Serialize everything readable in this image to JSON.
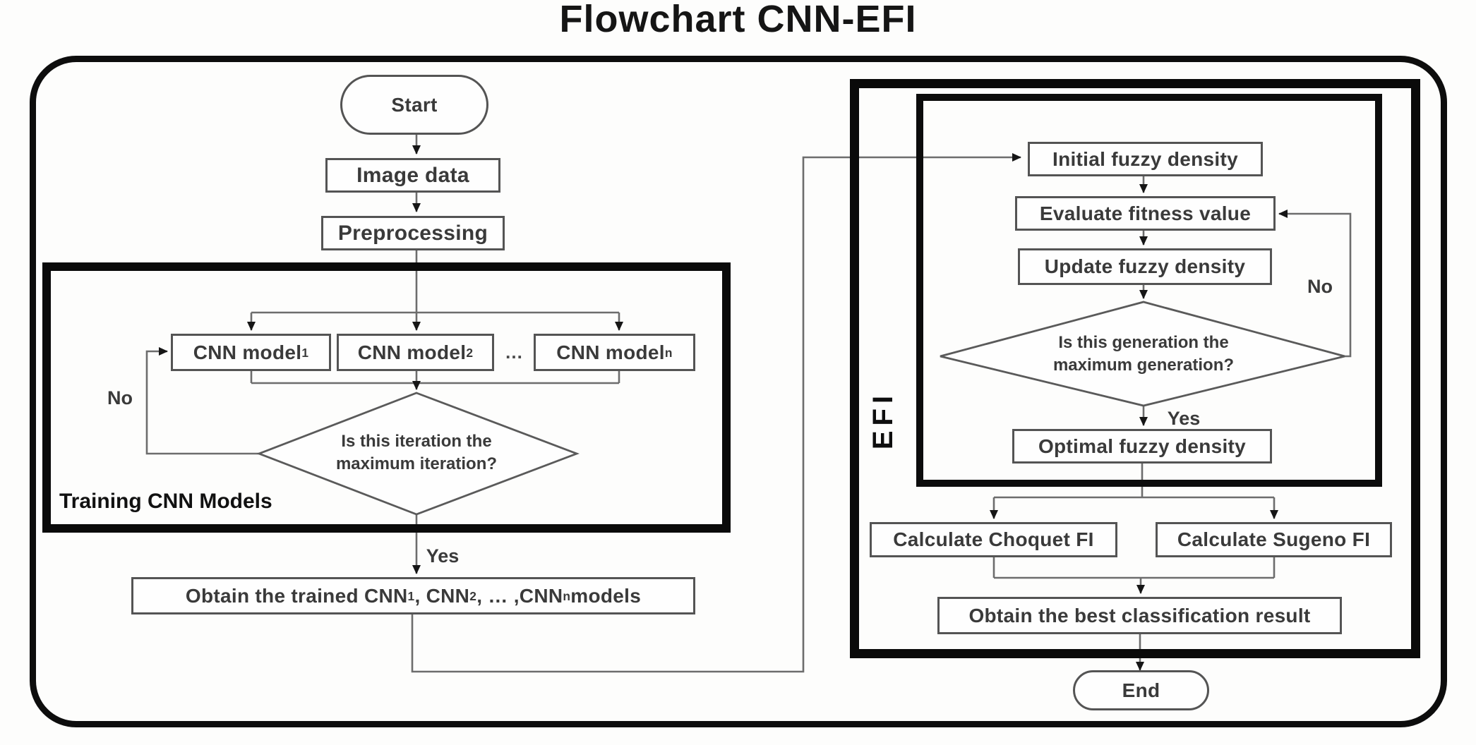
{
  "title": "Flowchart CNN-EFI",
  "colors": {
    "frame_black": "#0a0a0a",
    "box_border_gray": "#545454",
    "wire_gray": "#6d6d6d",
    "arrow_black": "#161616",
    "text_dark": "#3a3a3a"
  },
  "left": {
    "start": "Start",
    "image_data": "Image data",
    "preprocessing": "Preprocessing",
    "group_label": "Training CNN Models",
    "cnn_model_1": [
      {
        "t": "CNN model"
      },
      {
        "t": "1",
        "sub": true
      }
    ],
    "cnn_model_2": [
      {
        "t": "CNN model"
      },
      {
        "t": "2",
        "sub": true
      }
    ],
    "cnn_model_n": [
      {
        "t": "CNN model"
      },
      {
        "t": "n",
        "sub": true
      }
    ],
    "ellipsis": "…",
    "decision_line1": "Is this iteration the",
    "decision_line2": "maximum iteration?",
    "no": "No",
    "yes": "Yes",
    "obtain": [
      {
        "t": "Obtain the trained CNN"
      },
      {
        "t": "1",
        "sub": true
      },
      {
        "t": ", CNN"
      },
      {
        "t": "2",
        "sub": true
      },
      {
        "t": ", … ,CNN"
      },
      {
        "t": "n",
        "sub": true
      },
      {
        "t": " models"
      }
    ]
  },
  "right": {
    "group_label": "EFI",
    "initial": "Initial fuzzy density",
    "evaluate": "Evaluate fitness value",
    "update": "Update fuzzy density",
    "decision_line1": "Is this generation the",
    "decision_line2": "maximum generation?",
    "no": "No",
    "yes": "Yes",
    "optimal": "Optimal fuzzy density",
    "choquet": "Calculate Choquet FI",
    "sugeno": "Calculate Sugeno FI",
    "obtain_best": "Obtain the best classification result",
    "end": "End"
  }
}
